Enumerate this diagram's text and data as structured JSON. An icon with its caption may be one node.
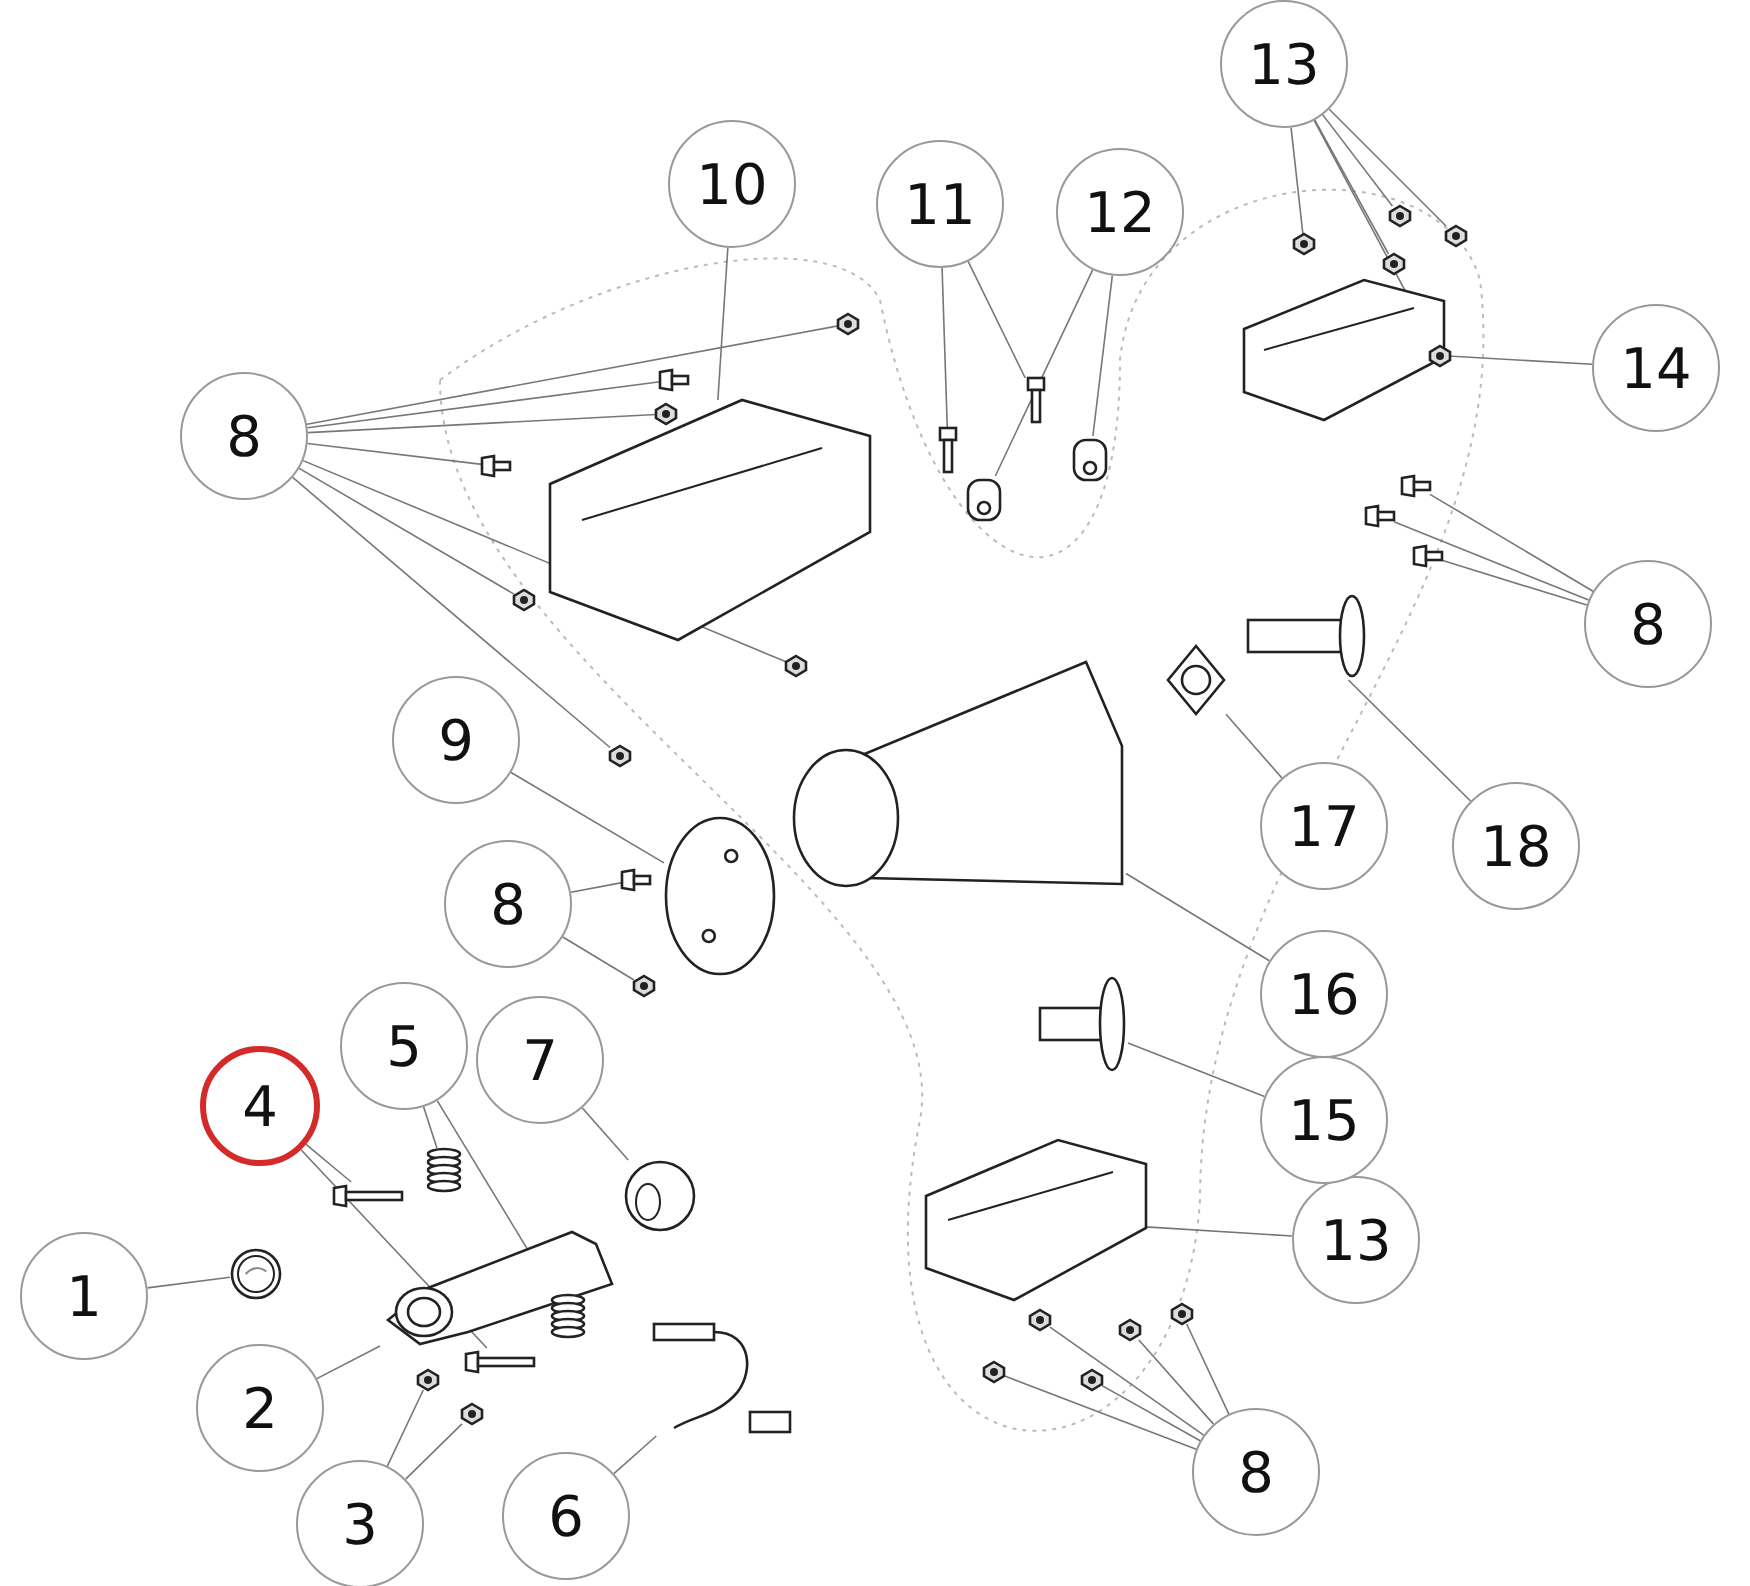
{
  "diagram": {
    "nodes": [
      {
        "text": [
          "1"
        ]
      },
      {
        "text": [
          "2"
        ]
      },
      {
        "text": [
          "3"
        ]
      },
      {
        "text": [
          "4"
        ]
      },
      {
        "text": [
          "5"
        ]
      },
      {
        "text": [
          "6"
        ]
      },
      {
        "text": [
          "7"
        ]
      },
      {
        "text": [
          "8"
        ]
      },
      {
        "text": [
          "8"
        ]
      },
      {
        "text": [
          "8"
        ]
      },
      {
        "text": [
          "8"
        ]
      },
      {
        "text": [
          "9"
        ]
      },
      {
        "text": [
          "10"
        ]
      },
      {
        "text": [
          "11"
        ]
      },
      {
        "text": [
          "12"
        ]
      },
      {
        "text": [
          "13"
        ]
      },
      {
        "text": [
          "13"
        ]
      },
      {
        "text": [
          "14"
        ]
      },
      {
        "text": [
          "15"
        ]
      },
      {
        "text": [
          "16"
        ]
      },
      {
        "text": [
          "17"
        ]
      },
      {
        "text": [
          "18"
        ]
      },
      {
        "text": [],
        "shape": "picture"
      },
      {
        "text": [],
        "shape": "picture"
      },
      {
        "text": [],
        "shape": "picture"
      },
      {
        "text": [],
        "shape": "picture"
      },
      {
        "text": [],
        "shape": "picture"
      },
      {
        "text": [],
        "shape": "picture"
      },
      {
        "text": [],
        "shape": "picture"
      },
      {
        "text": [],
        "shape": "picture"
      },
      {
        "text": [],
        "shape": "picture"
      },
      {
        "text": [],
        "shape": "picture"
      },
      {
        "text": [],
        "shape": "picture"
      },
      {
        "text": [],
        "shape": "picture"
      },
      {
        "text": [],
        "shape": "picture"
      },
      {
        "text": [],
        "shape": "picture"
      },
      {
        "text": [],
        "shape": "picture"
      },
      {
        "text": [],
        "shape": "picture"
      },
      {
        "text": [],
        "shape": "picture"
      },
      {
        "text": [],
        "shape": "picture"
      },
      {
        "text": [],
        "shape": "picture"
      },
      {
        "text": [],
        "shape": "picture"
      },
      {
        "text": [],
        "shape": "picture"
      },
      {
        "text": [],
        "shape": "picture"
      },
      {
        "text": [],
        "shape": "picture"
      },
      {
        "text": [],
        "shape": "picture"
      },
      {
        "text": [],
        "shape": "picture"
      },
      {
        "text": [],
        "shape": "picture"
      },
      {
        "text": [],
        "shape": "picture"
      },
      {
        "text": [],
        "shape": "picture"
      },
      {
        "text": [],
        "shape": "picture"
      },
      {
        "text": [],
        "shape": "picture"
      },
      {
        "text": [],
        "shape": "picture"
      },
      {
        "text": [],
        "shape": "picture"
      },
      {
        "text": [],
        "shape": "picture"
      },
      {
        "text": [],
        "shape": "picture"
      },
      {
        "text": [],
        "shape": "picture"
      },
      {
        "text": [],
        "shape": "picture"
      },
      {
        "text": [],
        "shape": "picture"
      },
      {
        "text": [],
        "shape": "picture"
      },
      {
        "text": [],
        "shape": "picture"
      },
      {
        "text": [],
        "shape": "picture"
      },
      {
        "text": [],
        "shape": "picture"
      },
      {
        "text": [],
        "shape": "picture"
      },
      {
        "text": [],
        "shape": "picture"
      },
      {
        "text": [],
        "shape": "picture"
      }
    ],
    "edges": [
      {
        "from": 0,
        "to": 22,
        "arrow": "none"
      },
      {
        "from": 1,
        "to": 23,
        "arrow": "none"
      },
      {
        "from": 2,
        "to": 24,
        "arrow": "none"
      },
      {
        "from": 2,
        "to": 25,
        "arrow": "none"
      },
      {
        "from": 3,
        "to": 26,
        "arrow": "none"
      },
      {
        "from": 3,
        "to": 27,
        "arrow": "none"
      },
      {
        "from": 4,
        "to": 28,
        "arrow": "none"
      },
      {
        "from": 4,
        "to": 29,
        "arrow": "none"
      },
      {
        "from": 5,
        "to": 30,
        "arrow": "none"
      },
      {
        "from": 6,
        "to": 31,
        "arrow": "none"
      },
      {
        "from": 7,
        "to": 32,
        "arrow": "none"
      },
      {
        "from": 7,
        "to": 33,
        "arrow": "none"
      },
      {
        "from": 7,
        "to": 34,
        "arrow": "none"
      },
      {
        "from": 7,
        "to": 35,
        "arrow": "none"
      },
      {
        "from": 7,
        "to": 36,
        "arrow": "none"
      },
      {
        "from": 7,
        "to": 37,
        "arrow": "none"
      },
      {
        "from": 7,
        "to": 38,
        "arrow": "none"
      },
      {
        "from": 8,
        "to": 39,
        "arrow": "none"
      },
      {
        "from": 8,
        "to": 40,
        "arrow": "none"
      },
      {
        "from": 9,
        "to": 41,
        "arrow": "none"
      },
      {
        "from": 9,
        "to": 42,
        "arrow": "none"
      },
      {
        "from": 9,
        "to": 43,
        "arrow": "none"
      },
      {
        "from": 9,
        "to": 44,
        "arrow": "none"
      },
      {
        "from": 9,
        "to": 45,
        "arrow": "none"
      },
      {
        "from": 10,
        "to": 46,
        "arrow": "none"
      },
      {
        "from": 10,
        "to": 47,
        "arrow": "none"
      },
      {
        "from": 10,
        "to": 48,
        "arrow": "none"
      },
      {
        "from": 11,
        "to": 49,
        "arrow": "none"
      },
      {
        "from": 12,
        "to": 50,
        "arrow": "none"
      },
      {
        "from": 13,
        "to": 51,
        "arrow": "none"
      },
      {
        "from": 13,
        "to": 52,
        "arrow": "none"
      },
      {
        "from": 14,
        "to": 53,
        "arrow": "none"
      },
      {
        "from": 14,
        "to": 54,
        "arrow": "none"
      },
      {
        "from": 15,
        "to": 55,
        "arrow": "none"
      },
      {
        "from": 15,
        "to": 56,
        "arrow": "none"
      },
      {
        "from": 15,
        "to": 57,
        "arrow": "none"
      },
      {
        "from": 15,
        "to": 58,
        "arrow": "none"
      },
      {
        "from": 15,
        "to": 59,
        "arrow": "none"
      },
      {
        "from": 16,
        "to": 65,
        "arrow": "none"
      },
      {
        "from": 17,
        "to": 60,
        "arrow": "none"
      },
      {
        "from": 18,
        "to": 61,
        "arrow": "none"
      },
      {
        "from": 19,
        "to": 62,
        "arrow": "none"
      },
      {
        "from": 20,
        "to": 63,
        "arrow": "none"
      },
      {
        "from": 21,
        "to": 64,
        "arrow": "none"
      }
    ]
  }
}
